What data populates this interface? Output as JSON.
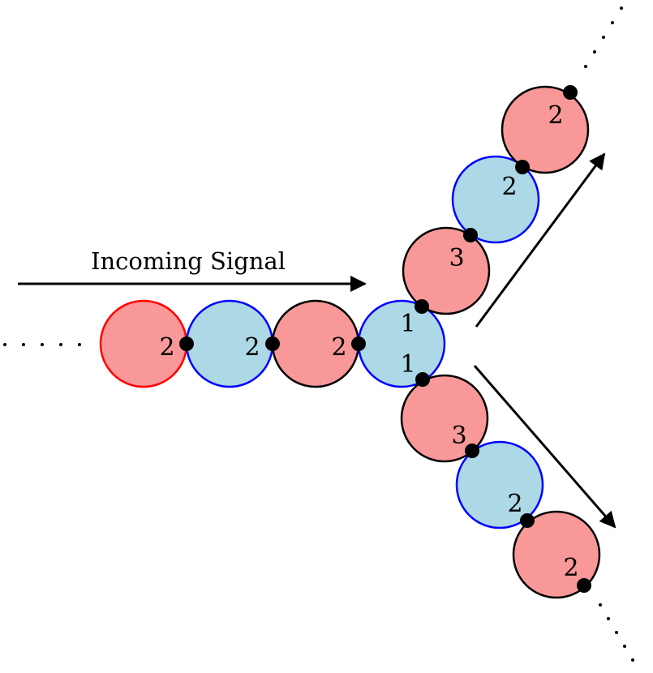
{
  "title": "Incoming Signal",
  "colors": {
    "pink_fill": "#f89898",
    "blue_fill": "#add8e6",
    "red_stroke": "#ff0000",
    "blue_stroke": "#0000ff",
    "black": "#000000"
  },
  "labels": {
    "in1": "2",
    "in2": "2",
    "in3": "2",
    "j_up": "1",
    "j_down": "1",
    "u1": "3",
    "u2": "2",
    "u3": "2",
    "d1": "3",
    "d2": "2",
    "d3": "2"
  }
}
